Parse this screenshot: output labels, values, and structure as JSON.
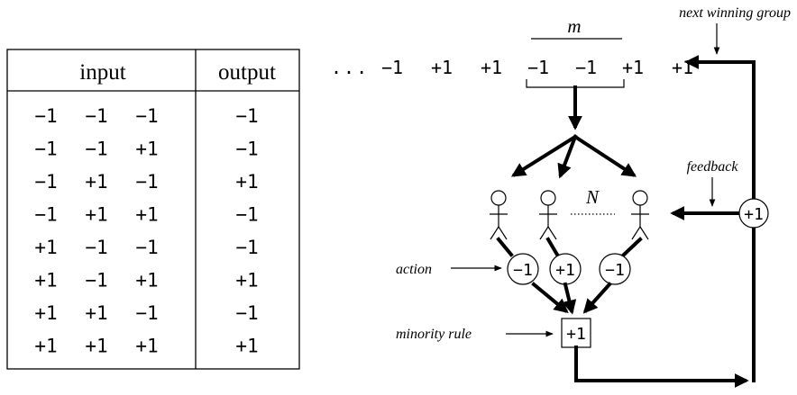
{
  "table": {
    "headers": {
      "input": "input",
      "output": "output"
    },
    "rows": [
      {
        "inputs": [
          "−1",
          "−1",
          "−1"
        ],
        "output": "−1"
      },
      {
        "inputs": [
          "−1",
          "−1",
          "+1"
        ],
        "output": "−1"
      },
      {
        "inputs": [
          "−1",
          "+1",
          "−1"
        ],
        "output": "+1"
      },
      {
        "inputs": [
          "−1",
          "+1",
          "+1"
        ],
        "output": "−1"
      },
      {
        "inputs": [
          "+1",
          "−1",
          "−1"
        ],
        "output": "−1"
      },
      {
        "inputs": [
          "+1",
          "−1",
          "+1"
        ],
        "output": "+1"
      },
      {
        "inputs": [
          "+1",
          "+1",
          "−1"
        ],
        "output": "−1"
      },
      {
        "inputs": [
          "+1",
          "+1",
          "+1"
        ],
        "output": "+1"
      }
    ]
  },
  "diagram": {
    "sequence": {
      "leader": "...",
      "items": [
        "−1",
        "+1",
        "+1",
        "−1",
        "−1",
        "+1",
        "+1"
      ]
    },
    "window_label": "m",
    "n_label": "N",
    "labels": {
      "next_winning_group": "next winning group",
      "feedback": "feedback",
      "action": "action",
      "minority_rule": "minority rule"
    },
    "actions": [
      "−1",
      "+1",
      "−1"
    ],
    "feedback_value": "+1",
    "minority_value": "+1"
  }
}
